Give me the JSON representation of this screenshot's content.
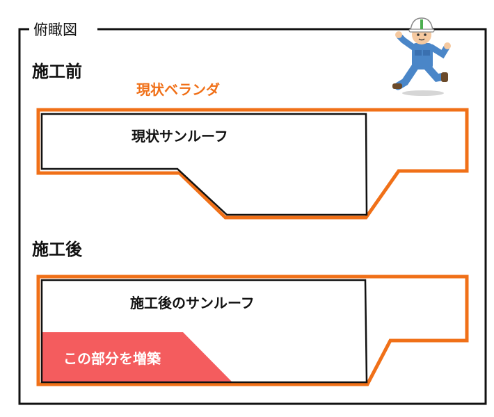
{
  "frame": {
    "title": "俯瞰図"
  },
  "before": {
    "heading": "施工前",
    "veranda_label": "現状ベランダ",
    "sunroof_label": "現状サンルーフ"
  },
  "after": {
    "heading": "施工後",
    "sunroof_label": "施工後のサンルーフ",
    "extension_label": "この部分を増築"
  },
  "colors": {
    "orange": "#f07018",
    "red_fill": "#f45c5e",
    "veranda_text": "#f07018",
    "worker_blue": "#4a86c8",
    "helmet": "#ffffff"
  }
}
